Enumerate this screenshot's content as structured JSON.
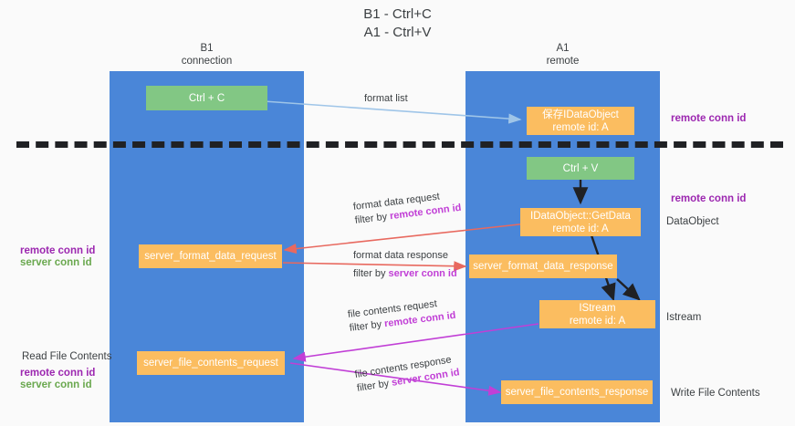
{
  "title": {
    "line1": "B1 - Ctrl+C",
    "line2": "A1 - Ctrl+V"
  },
  "columns": [
    {
      "id": "b1",
      "name": "B1",
      "role": "connection"
    },
    {
      "id": "a1",
      "name": "A1",
      "role": "remote"
    }
  ],
  "colors": {
    "lane": "#4a86d8",
    "node_green": "#82c784",
    "node_orange": "#fbbd60",
    "accent_purple": "#9c27b0",
    "accent_magenta": "#c13fd6",
    "accent_green": "#6aa84f",
    "arrow_lightblue": "#9fc5e8",
    "arrow_red": "#e8695f",
    "arrow_magenta": "#c13fd6",
    "arrow_black": "#202124",
    "divider": "#202124",
    "background": "#fafafa",
    "text": "#3c4043"
  },
  "nodes": [
    {
      "id": "ctrl-c",
      "label_line1": "Ctrl + C",
      "label_line2": "",
      "style": "green"
    },
    {
      "id": "save-idataobject",
      "label_line1": "保存IDataObject",
      "label_line2": "remote id: A",
      "style": "orange"
    },
    {
      "id": "ctrl-v",
      "label_line1": "Ctrl + V",
      "label_line2": "",
      "style": "green"
    },
    {
      "id": "idataobject-getdata",
      "label_line1": "IDataObject::GetData",
      "label_line2": "remote id: A",
      "style": "orange"
    },
    {
      "id": "server-format-data-request",
      "label_line1": "server_format_data_request",
      "label_line2": "",
      "style": "orange"
    },
    {
      "id": "server-format-data-response",
      "label_line1": "server_format_data_response",
      "label_line2": "",
      "style": "orange"
    },
    {
      "id": "istream",
      "label_line1": "IStream",
      "label_line2": "remote id: A",
      "style": "orange"
    },
    {
      "id": "server-file-contents-request",
      "label_line1": "server_file_contents_request",
      "label_line2": "",
      "style": "orange"
    },
    {
      "id": "server-file-contents-response",
      "label_line1": "server_file_contents_response",
      "label_line2": "",
      "style": "orange"
    }
  ],
  "edge_labels": {
    "format_list": "format list",
    "format_data_request": "format data request",
    "format_data_request_filter_prefix": "filter by ",
    "format_data_request_filter_key": "remote conn id",
    "format_data_response": "format data response",
    "format_data_response_filter_prefix": "filter by ",
    "format_data_response_filter_key": "server conn id",
    "file_contents_request": "file contents request",
    "file_contents_request_filter_prefix": "filter by ",
    "file_contents_request_filter_key": "remote conn id",
    "file_contents_response": "file contents response",
    "file_contents_response_filter_prefix": "filter by ",
    "file_contents_response_filter_key": "server conn id"
  },
  "right_annotations": [
    {
      "id": "remote-conn-id-top",
      "text": "remote conn id",
      "style": "bold-purple"
    },
    {
      "id": "remote-conn-id-mid",
      "text": "remote conn id",
      "style": "bold-purple"
    },
    {
      "id": "dataobject",
      "text": "DataObject",
      "style": "plain"
    },
    {
      "id": "istream-label",
      "text": "Istream",
      "style": "plain"
    },
    {
      "id": "write-file-contents",
      "text": "Write File Contents",
      "style": "plain"
    }
  ],
  "left_annotations": [
    {
      "id": "remote-conn-id-left-1",
      "text": "remote conn id",
      "style": "bold-purple"
    },
    {
      "id": "server-conn-id-left-1",
      "text": "server conn id",
      "style": "bold-green"
    },
    {
      "id": "read-file-contents",
      "text": "Read File Contents",
      "style": "plain"
    },
    {
      "id": "remote-conn-id-left-2",
      "text": "remote conn id",
      "style": "bold-purple"
    },
    {
      "id": "server-conn-id-left-2",
      "text": "server conn id",
      "style": "bold-green"
    }
  ]
}
